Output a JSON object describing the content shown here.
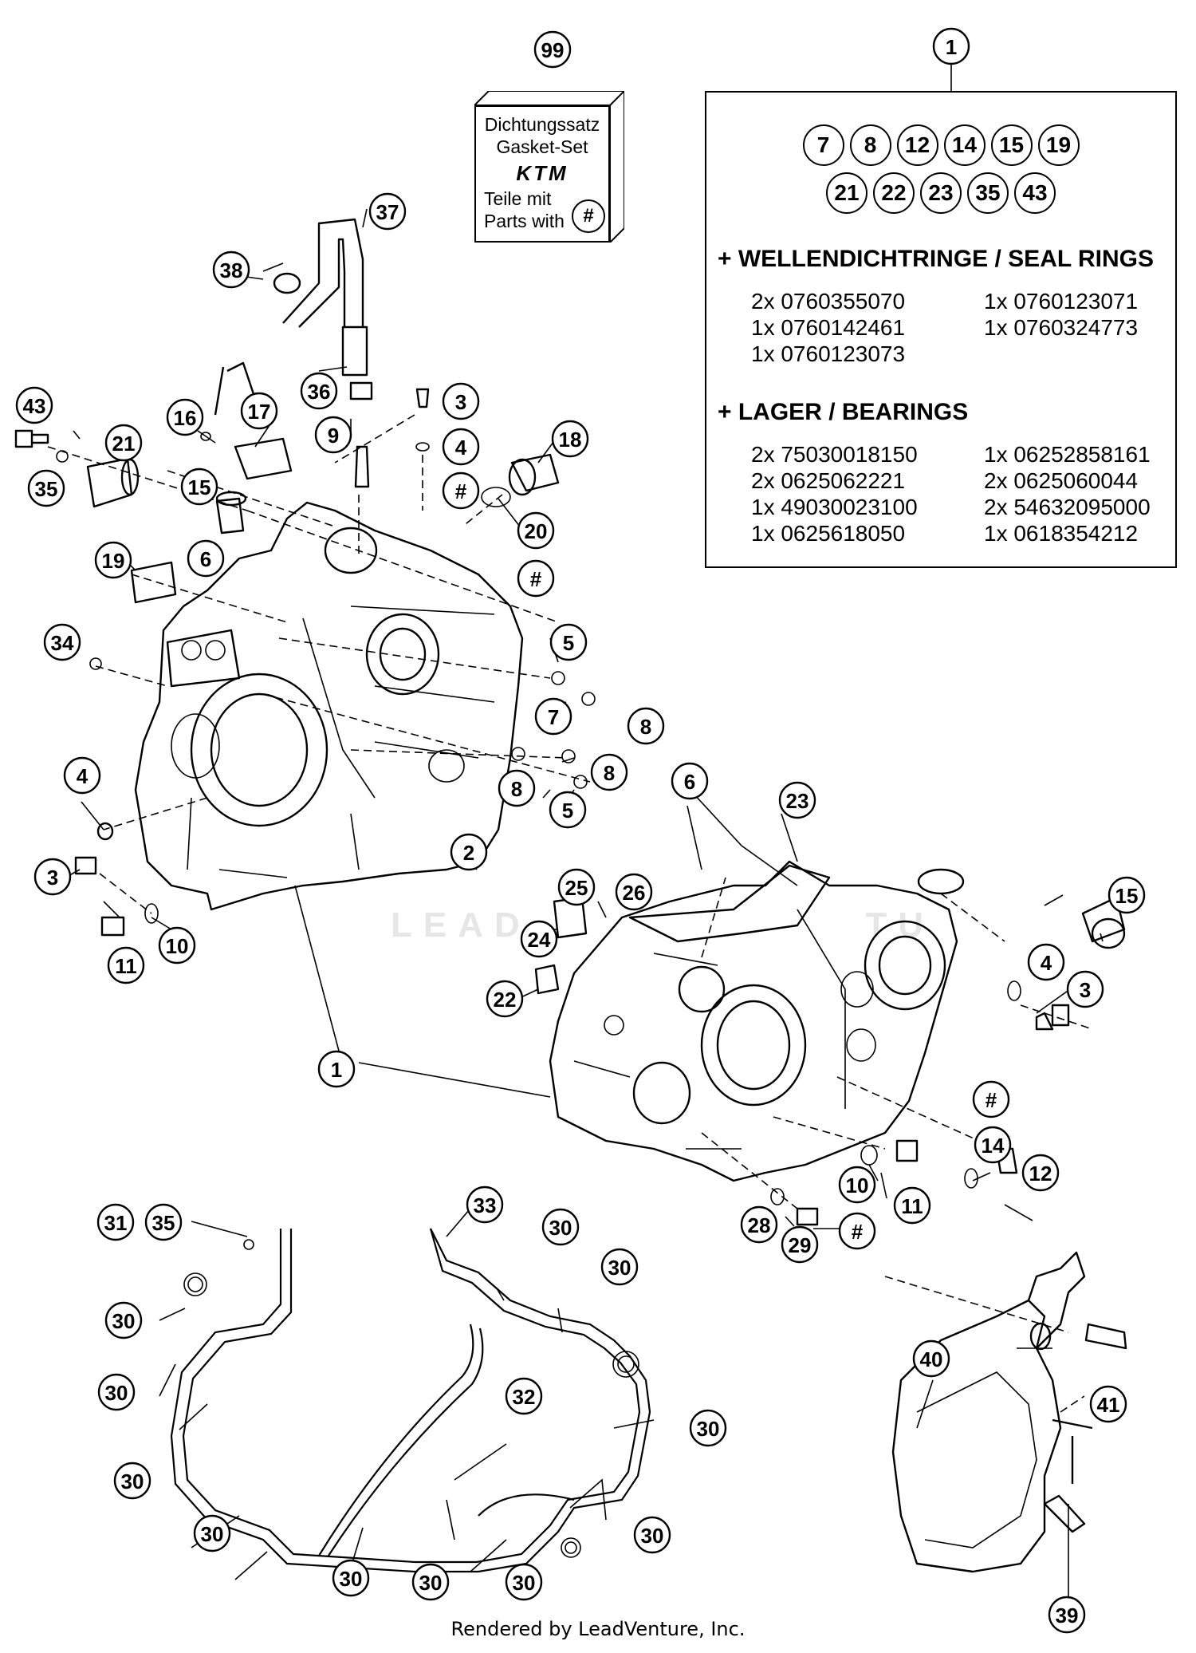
{
  "gasket_set": {
    "callout": "99",
    "line1": "Dichtungssatz",
    "line2": "Gasket-Set",
    "logo": "KTM",
    "line3": "Teile mit",
    "line4": "Parts with",
    "symbol": "#"
  },
  "kit": {
    "callout": "1",
    "row1": [
      "7",
      "8",
      "12",
      "14",
      "15",
      "19"
    ],
    "row2": [
      "21",
      "22",
      "23",
      "35",
      "43"
    ],
    "seal_heading": "+ WELLENDICHTRINGE / SEAL RINGS",
    "seal_left": [
      "2x 0760355070",
      "1x 0760142461",
      "1x 0760123073"
    ],
    "seal_right": [
      "1x 0760123071",
      "1x 0760324773"
    ],
    "bearing_heading": "+ LAGER / BEARINGS",
    "bearing_left": [
      "2x 75030018150",
      "2x 0625062221",
      "1x 49030023100",
      "1x 0625618050"
    ],
    "bearing_right": [
      "1x 06252858161",
      "2x 0625060044",
      "2x 54632095000",
      "1x 0618354212"
    ]
  },
  "callouts": [
    {
      "id": "37",
      "label": "37"
    },
    {
      "id": "38",
      "label": "38"
    },
    {
      "id": "36",
      "label": "36"
    },
    {
      "id": "9",
      "label": "9"
    },
    {
      "id": "3a",
      "label": "3"
    },
    {
      "id": "4a",
      "label": "4"
    },
    {
      "id": "hash1",
      "label": "#"
    },
    {
      "id": "18",
      "label": "18"
    },
    {
      "id": "20",
      "label": "20"
    },
    {
      "id": "hash2",
      "label": "#"
    },
    {
      "id": "43",
      "label": "43"
    },
    {
      "id": "35a",
      "label": "35"
    },
    {
      "id": "21",
      "label": "21"
    },
    {
      "id": "16",
      "label": "16"
    },
    {
      "id": "17",
      "label": "17"
    },
    {
      "id": "15a",
      "label": "15"
    },
    {
      "id": "19",
      "label": "19"
    },
    {
      "id": "6a",
      "label": "6"
    },
    {
      "id": "34",
      "label": "34"
    },
    {
      "id": "5a",
      "label": "5"
    },
    {
      "id": "7",
      "label": "7"
    },
    {
      "id": "8a",
      "label": "8"
    },
    {
      "id": "8b",
      "label": "8"
    },
    {
      "id": "8c",
      "label": "8"
    },
    {
      "id": "5b",
      "label": "5"
    },
    {
      "id": "2",
      "label": "2"
    },
    {
      "id": "4b",
      "label": "4"
    },
    {
      "id": "3b",
      "label": "3"
    },
    {
      "id": "10a",
      "label": "10"
    },
    {
      "id": "11a",
      "label": "11"
    },
    {
      "id": "1a",
      "label": "1"
    },
    {
      "id": "23",
      "label": "23"
    },
    {
      "id": "6b",
      "label": "6"
    },
    {
      "id": "25",
      "label": "25"
    },
    {
      "id": "26",
      "label": "26"
    },
    {
      "id": "24",
      "label": "24"
    },
    {
      "id": "22",
      "label": "22"
    },
    {
      "id": "15b",
      "label": "15"
    },
    {
      "id": "4c",
      "label": "4"
    },
    {
      "id": "3c",
      "label": "3"
    },
    {
      "id": "hash3",
      "label": "#"
    },
    {
      "id": "14",
      "label": "14"
    },
    {
      "id": "12",
      "label": "12"
    },
    {
      "id": "10b",
      "label": "10"
    },
    {
      "id": "11b",
      "label": "11"
    },
    {
      "id": "28",
      "label": "28"
    },
    {
      "id": "29",
      "label": "29"
    },
    {
      "id": "hash4",
      "label": "#"
    },
    {
      "id": "31",
      "label": "31"
    },
    {
      "id": "35b",
      "label": "35"
    },
    {
      "id": "33",
      "label": "33"
    },
    {
      "id": "30a",
      "label": "30"
    },
    {
      "id": "30b",
      "label": "30"
    },
    {
      "id": "30c",
      "label": "30"
    },
    {
      "id": "30d",
      "label": "30"
    },
    {
      "id": "32",
      "label": "32"
    },
    {
      "id": "30e",
      "label": "30"
    },
    {
      "id": "30f",
      "label": "30"
    },
    {
      "id": "30g",
      "label": "30"
    },
    {
      "id": "30h",
      "label": "30"
    },
    {
      "id": "30i",
      "label": "30"
    },
    {
      "id": "30j",
      "label": "30"
    },
    {
      "id": "30k",
      "label": "30"
    },
    {
      "id": "40",
      "label": "40"
    },
    {
      "id": "41",
      "label": "41"
    },
    {
      "id": "39",
      "label": "39"
    }
  ],
  "footer": "Rendered by LeadVenture, Inc.",
  "watermark": "LEADVENTURE"
}
